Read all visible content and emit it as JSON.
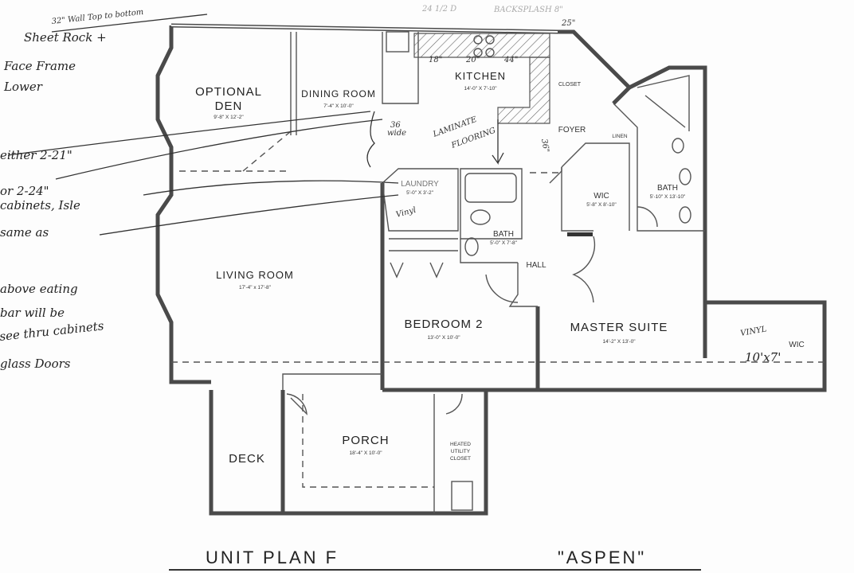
{
  "plan": {
    "title_left": "UNIT PLAN F",
    "title_right": "\"ASPEN\"",
    "rooms": {
      "optional_den": {
        "name_line1": "OPTIONAL",
        "name_line2": "DEN",
        "size": "9'-8\" X 12'-2\""
      },
      "dining_room": {
        "name": "DINING ROOM",
        "size": "7'-4\" X 10'-0\""
      },
      "kitchen": {
        "name": "KITCHEN",
        "size": "14'-0\" X 7'-10\""
      },
      "closet": {
        "name": "CLOSET"
      },
      "foyer": {
        "name": "FOYER"
      },
      "linen": {
        "name": "LINEN"
      },
      "laundry": {
        "name": "LAUNDRY",
        "size": "5'-0\" X 3'-2\""
      },
      "bath": {
        "name": "BATH",
        "size": "5'-0\" X 7'-8\""
      },
      "wic": {
        "name": "WIC",
        "size": "5'-8\" X 8'-10\""
      },
      "master_bath": {
        "name": "BATH",
        "size": "5'-10\" X 13'-10\""
      },
      "hall": {
        "name": "HALL"
      },
      "living_room": {
        "name": "LIVING ROOM",
        "size": "17'-4\" x 17'-8\""
      },
      "bedroom_2": {
        "name": "BEDROOM 2",
        "size": "13'-0\" X 10'-0\""
      },
      "master_suite": {
        "name": "MASTER SUITE",
        "size": "14'-2\" X 13'-0\""
      },
      "master_wic": {
        "name": "WIC"
      },
      "deck": {
        "name": "DECK"
      },
      "porch": {
        "name": "PORCH",
        "size": "18'-4\" X 10'-0\""
      },
      "utility": {
        "line1": "HEATED",
        "line2": "UTILITY",
        "line3": "CLOSET"
      }
    }
  },
  "annotations": {
    "top_note": "32\" Wall Top to bottom",
    "left_notes": [
      "Sheet Rock +",
      "Face Frame",
      "Lower",
      "either 2-21\"",
      "or 2-24\"",
      "cabinets, Isle",
      "same as",
      "above eating",
      "bar will be",
      "see thru cabinets",
      "glass Doors"
    ],
    "counter_depth": "24 1/2 D",
    "backsplash": "BACKSPLASH 8\"",
    "dim_25": "25\"",
    "dim_18": "18\"",
    "dim_20": "20\"",
    "dim_44": "44\"",
    "wide_36": "36",
    "wide_label": "wide",
    "dim_36": "36\"",
    "laminate_1": "LAMINATE",
    "laminate_2": "FLOORING",
    "vinyl_laundry": "Vinyl",
    "vinyl_wic": "VINYL",
    "wic_size": "10'x7'"
  }
}
